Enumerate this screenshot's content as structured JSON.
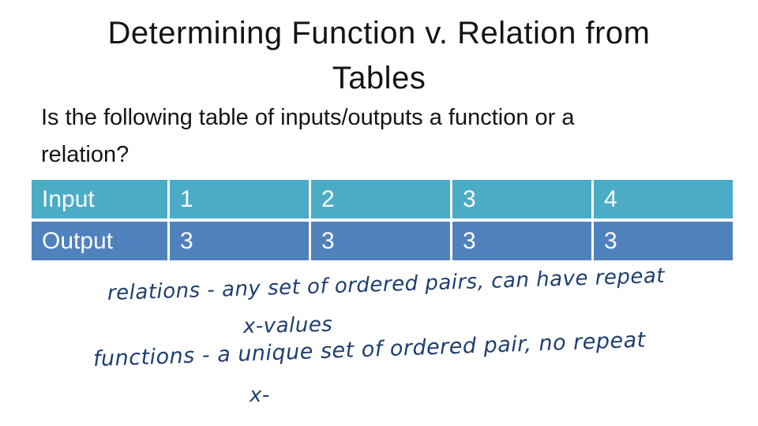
{
  "slide": {
    "title": {
      "line1": "Determining Function v. Relation from",
      "line2": "Tables"
    },
    "question": {
      "line1": "Is the following table of inputs/outputs a function or a",
      "line2": "relation?"
    }
  },
  "table": {
    "rows": [
      {
        "label": "Input",
        "values": [
          "1",
          "2",
          "3",
          "4"
        ],
        "bg": "#4BACC6"
      },
      {
        "label": "Output",
        "values": [
          "3",
          "3",
          "3",
          "3"
        ],
        "bg": "#4F81BD"
      }
    ],
    "text_color": "#FFFFFF",
    "divider_color": "#FFFFFF"
  },
  "handwritten_notes": {
    "ink_color": "#1E3E70",
    "lines": [
      "relations - any set of ordered pairs, can have repeat",
      "x-values",
      "functions - a unique set of ordered pair, no repeat",
      "x-"
    ]
  }
}
